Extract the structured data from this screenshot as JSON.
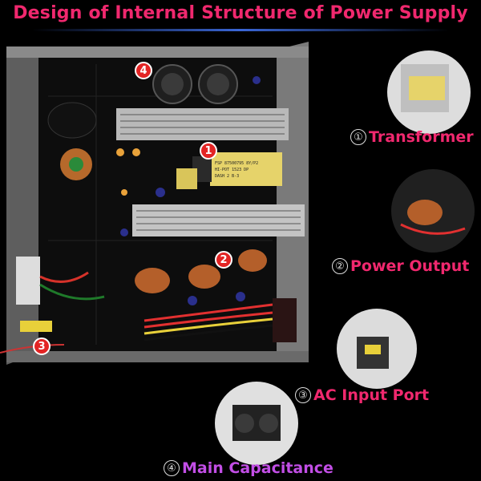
{
  "title": "Design of Internal Structure of Power Supply",
  "colors": {
    "title": "#f0286e",
    "label": "#f0286e",
    "main_capacitance_label": "#c24ee6",
    "marker_fill": "#e32424",
    "board": "#0d0d0d",
    "chassis": "#6e6e6e"
  },
  "markers": [
    {
      "id": "1",
      "label": "1"
    },
    {
      "id": "2",
      "label": "2"
    },
    {
      "id": "3",
      "label": "3"
    },
    {
      "id": "4",
      "label": "4"
    }
  ],
  "callouts": [
    {
      "number": "①",
      "label": "Transformer"
    },
    {
      "number": "②",
      "label": "Power Output"
    },
    {
      "number": "③",
      "label": "AC Input Port"
    },
    {
      "number": "④",
      "label": "Main Capacitance"
    }
  ],
  "board_text": {
    "transformer_label": "FSP 87500795 8Y/P2",
    "transformer_label_2": "HI-POT 1523 DP",
    "transformer_label_3": "DASH 2 B-3"
  }
}
